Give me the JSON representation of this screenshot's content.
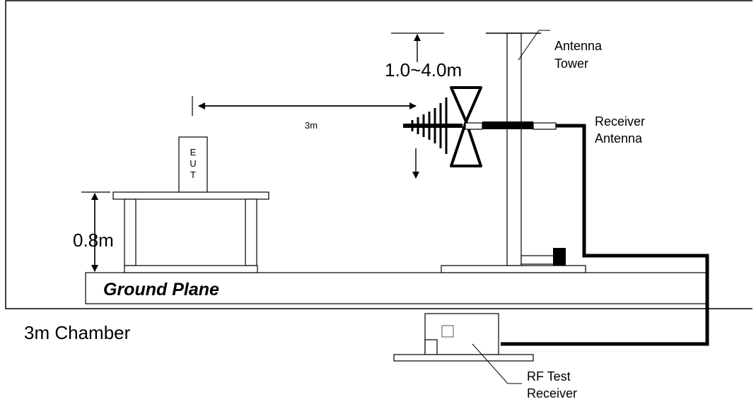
{
  "labels": {
    "height_range": "1.0~4.0m",
    "antenna_tower": [
      "Antenna",
      "Tower"
    ],
    "distance": "3m",
    "receiver_antenna": [
      "Receiver",
      "Antenna"
    ],
    "eut": [
      "E",
      "U",
      "T"
    ],
    "table_height": "0.8m",
    "ground_plane": "Ground Plane",
    "chamber": "3m Chamber",
    "rf_test_receiver": [
      "RF Test",
      "Receiver"
    ]
  }
}
